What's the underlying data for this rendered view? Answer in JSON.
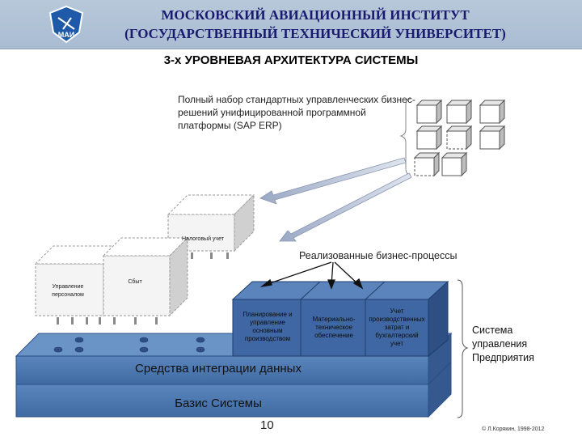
{
  "header": {
    "logo_text": "МАИ",
    "institute_line1": "МОСКОВСКИЙ АВИАЦИОННЫЙ ИНСТИТУТ",
    "institute_line2": "(ГОСУДАРСТВЕННЫЙ ТЕХНИЧЕСКИЙ УНИВЕРСИТЕТ)"
  },
  "title": "3-х УРОВНЕВАЯ АРХИТЕКТУРА СИСТЕМЫ",
  "full_set_text": "Полный набор стандартных управленческих бизнес-решений унифицированной программной платформы (SAP ERP)",
  "realized_processes": "Реализованные бизнес-процессы",
  "cubes": {
    "tax": "Налоговый учет",
    "hr": "Управление персоналом",
    "sales": "Сбыт"
  },
  "modules": {
    "planning": "Планирование и управление основным производством",
    "material": "Материально-техническое обеспечение",
    "accounting": "Учет производственных затрат и бухгалтерский учет"
  },
  "layers": {
    "integration": "Средства интеграции данных",
    "base": "Базис Системы"
  },
  "system_label": "Система управления Предприятия",
  "page_number": "10",
  "copyright": "© Л.Корякин, 1998-2012",
  "colors": {
    "header_bg": "#b0c2d8",
    "header_text": "#1a1a6e",
    "layer_blue": "#4f7bb3",
    "module_blue": "#3f67a3"
  }
}
